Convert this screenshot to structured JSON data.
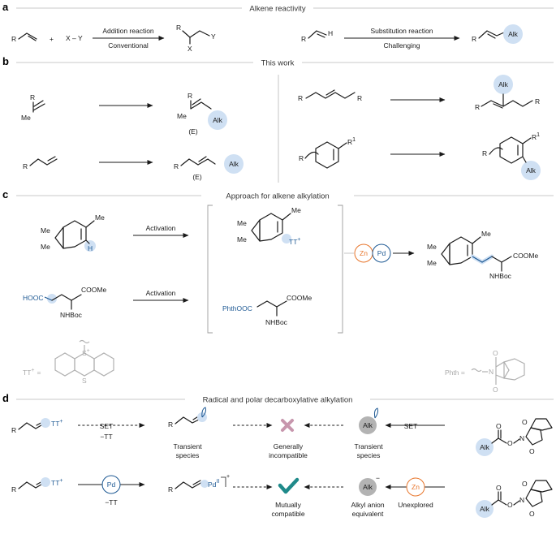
{
  "panels": {
    "a": "a",
    "b": "b",
    "c": "c",
    "d": "d"
  },
  "a": {
    "title": "Alkene reactivity",
    "reagent": "X – Y",
    "addition_top": "Addition reaction",
    "addition_bottom": "Conventional",
    "substitution_top": "Substitution reaction",
    "substitution_bottom": "Challenging",
    "R": "R",
    "X": "X",
    "Y": "Y",
    "H": "H",
    "Alk": "Alk"
  },
  "b": {
    "title": "This work",
    "E": "(E)",
    "R": "R",
    "Me": "Me",
    "Alk": "Alk",
    "R1": "R",
    "sup1": "1"
  },
  "c": {
    "title": "Approach for alkene alkylation",
    "activation": "Activation",
    "Me": "Me",
    "H": "H",
    "TT": "TT",
    "TT_plus": "+",
    "HOOC": "HOOC",
    "COOMe": "COOMe",
    "NHBoc": "NHBoc",
    "PhthOOC": "PhthOOC",
    "Zn": "Zn",
    "Pd": "Pd",
    "tt_def": "TT",
    "tt_def_plus": "+",
    "tt_equals": "=",
    "S": "S",
    "S_plus": "+",
    "phth_def": "Phth =",
    "O": "O",
    "N": "N"
  },
  "d": {
    "title": "Radical and polar decarboxylative alkylation",
    "SET": "SET",
    "minus_TT": "−TT",
    "transient_1": "Transient",
    "transient_2": "species",
    "gen_inc_1": "Generally",
    "gen_inc_2": "incompatible",
    "mut_comp_1": "Mutually",
    "mut_comp_2": "compatible",
    "alkyl_anion_1": "Alkyl anion",
    "alkyl_anion_2": "equivalent",
    "unexplored": "Unexplored",
    "Alk": "Alk",
    "R": "R",
    "TT": "TT",
    "plus": "+",
    "Pd": "Pd",
    "Pd_ox": "II",
    "Zn": "Zn",
    "minus": "−",
    "O": "O",
    "N": "N"
  },
  "colors": {
    "accent_blue": "#1f5a94",
    "highlight_blue": "#cfe0f3",
    "zinc_orange": "#e8762c",
    "check_teal": "#1f8a8a",
    "cross_mauve": "#c796ad",
    "alk_gray": "#b3b3b3"
  }
}
